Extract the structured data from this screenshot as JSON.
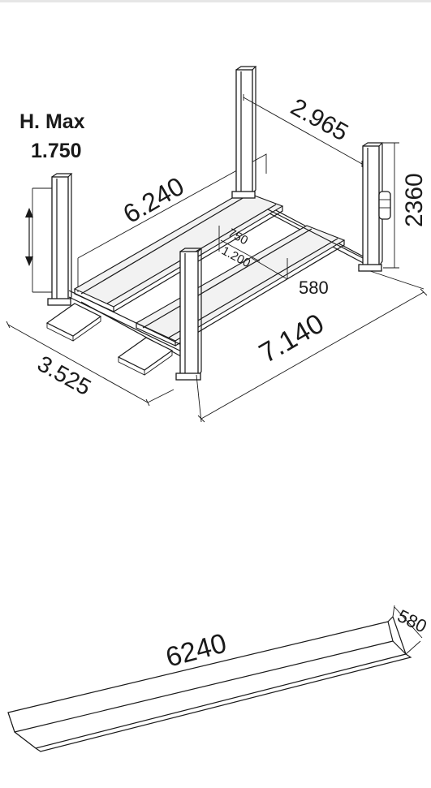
{
  "lift": {
    "hmax_label": "H. Max",
    "hmax_value": "1.750",
    "dim_width_rear": "2.965",
    "dim_height": "2360",
    "dim_runway_length": "6.240",
    "dim_inner_gap": "750",
    "dim_inner_width": "1.200",
    "dim_runway_width": "580",
    "dim_total_length": "7.140",
    "dim_total_width": "3.525"
  },
  "runway": {
    "dim_length": "6240",
    "dim_width": "580"
  }
}
